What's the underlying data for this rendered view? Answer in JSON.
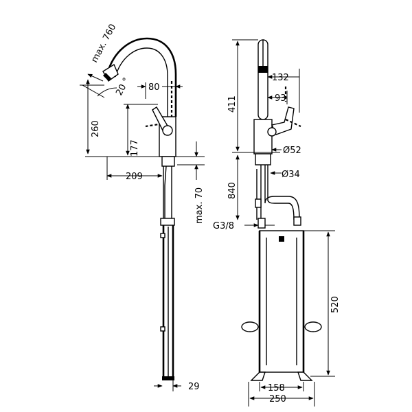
{
  "side_view": {
    "max_reach": "max. 760",
    "angle": "20 °",
    "d80": "80",
    "d260": "260",
    "d177": "177",
    "d209": "209",
    "max_70": "max. 70",
    "d29": "29"
  },
  "front_view": {
    "d411": "411",
    "d132": "132",
    "d93": "93",
    "d52": "Ø52",
    "d34": "Ø34",
    "d840": "840",
    "thread": "G3/8",
    "d520": "520",
    "d158": "158",
    "d250": "250"
  }
}
